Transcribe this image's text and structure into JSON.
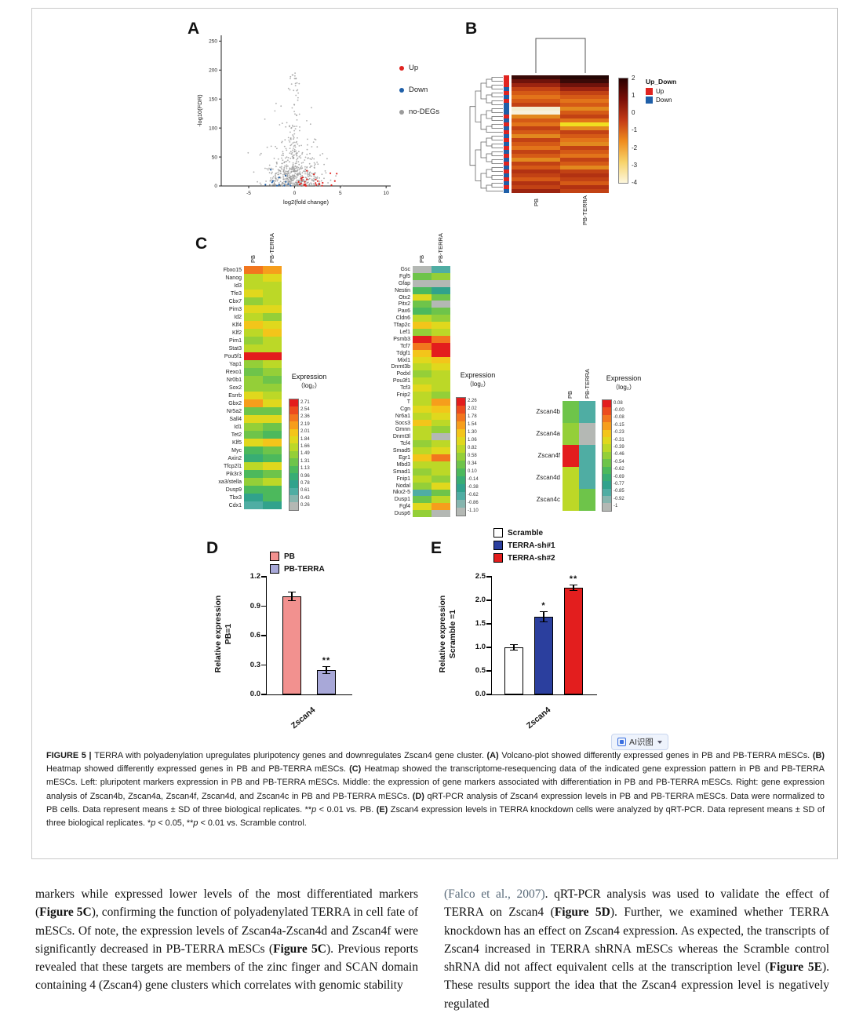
{
  "panelA": {
    "label": "A",
    "ylabel": "-log10(FDR)",
    "xlabel": "log2(fold change)",
    "yticks": [
      0,
      50,
      100,
      150,
      200,
      250
    ],
    "xticks": [
      -5,
      0,
      5,
      10
    ],
    "xrange": [
      -8,
      10.5
    ],
    "yrange": [
      0,
      260
    ],
    "legend": [
      {
        "label": "Up",
        "color": "#e02420"
      },
      {
        "label": "Down",
        "color": "#1f5fa8"
      },
      {
        "label": "no-DEGs",
        "color": "#9b9b9b"
      }
    ]
  },
  "panelB": {
    "label": "B",
    "legend_title": "Up_Down",
    "legend": [
      {
        "label": "Up",
        "color": "#e02420"
      },
      {
        "label": "Down",
        "color": "#1f5fa8"
      }
    ],
    "colorbar_ticks": [
      "2",
      "1",
      "0",
      "-1",
      "-2",
      "-3",
      "-4"
    ],
    "colorbar_colors": [
      "#2b0000",
      "#7a0f08",
      "#c43b17",
      "#ef8c1e",
      "#f7d36a",
      "#fdf6dc"
    ],
    "columns": [
      "PB",
      "PB-TERRA"
    ],
    "rows": [
      {
        "s": "#e02420",
        "c": [
          "#3a0a07",
          "#240504"
        ]
      },
      {
        "s": "#e02420",
        "c": [
          "#6f130b",
          "#3a0a07"
        ]
      },
      {
        "s": "#e02420",
        "c": [
          "#9c2410",
          "#6f130b"
        ]
      },
      {
        "s": "#1f5fa8",
        "c": [
          "#c24214",
          "#9c2410"
        ]
      },
      {
        "s": "#e02420",
        "c": [
          "#d55a16",
          "#c24214"
        ]
      },
      {
        "s": "#1f5fa8",
        "c": [
          "#e2741a",
          "#d55a16"
        ]
      },
      {
        "s": "#e02420",
        "c": [
          "#d55a16",
          "#e2741a"
        ]
      },
      {
        "s": "#1f5fa8",
        "c": [
          "#c24214",
          "#d55a16"
        ]
      },
      {
        "s": "#1f5fa8",
        "c": [
          "#f4eed0",
          "#e2891e"
        ]
      },
      {
        "s": "#1f5fa8",
        "c": [
          "#f7f2dd",
          "#d55a16"
        ]
      },
      {
        "s": "#e02420",
        "c": [
          "#e2891e",
          "#c24214"
        ]
      },
      {
        "s": "#1f5fa8",
        "c": [
          "#d55a16",
          "#e2741a"
        ]
      },
      {
        "s": "#e02420",
        "c": [
          "#e2741a",
          "#f0df20"
        ]
      },
      {
        "s": "#1f5fa8",
        "c": [
          "#c24214",
          "#e2891e"
        ]
      },
      {
        "s": "#e02420",
        "c": [
          "#d55a16",
          "#c24214"
        ]
      },
      {
        "s": "#1f5fa8",
        "c": [
          "#e2891e",
          "#d55a16"
        ]
      },
      {
        "s": "#e02420",
        "c": [
          "#c24214",
          "#e2741a"
        ]
      },
      {
        "s": "#1f5fa8",
        "c": [
          "#d55a16",
          "#e2891e"
        ]
      },
      {
        "s": "#e02420",
        "c": [
          "#e2741a",
          "#c24214"
        ]
      },
      {
        "s": "#1f5fa8",
        "c": [
          "#c24214",
          "#d55a16"
        ]
      },
      {
        "s": "#e02420",
        "c": [
          "#d55a16",
          "#e2741a"
        ]
      },
      {
        "s": "#1f5fa8",
        "c": [
          "#e2891e",
          "#c24214"
        ]
      },
      {
        "s": "#e02420",
        "c": [
          "#c24214",
          "#d55a16"
        ]
      },
      {
        "s": "#1f5fa8",
        "c": [
          "#d55a16",
          "#e2891e"
        ]
      },
      {
        "s": "#e02420",
        "c": [
          "#b23212",
          "#c24214"
        ]
      },
      {
        "s": "#1f5fa8",
        "c": [
          "#c24214",
          "#b23212"
        ]
      },
      {
        "s": "#e02420",
        "c": [
          "#d55a16",
          "#c24214"
        ]
      },
      {
        "s": "#1f5fa8",
        "c": [
          "#b23212",
          "#d55a16"
        ]
      },
      {
        "s": "#e02420",
        "c": [
          "#c24214",
          "#b23212"
        ]
      },
      {
        "s": "#1f5fa8",
        "c": [
          "#9c2410",
          "#c24214"
        ]
      }
    ]
  },
  "panelC": {
    "label": "C",
    "columns": [
      "PB",
      "PB-TERRA"
    ],
    "legend_title": "Expression",
    "legend_sub": "（log₂）",
    "scale_colors": [
      "#e31d1d",
      "#ec4c1e",
      "#f2761e",
      "#f69e1c",
      "#f3c51a",
      "#e0d81d",
      "#bcd827",
      "#94cf38",
      "#6ec44a",
      "#4cb95c",
      "#38ad74",
      "#31a28c",
      "#4fada3",
      "#86b5ae",
      "#b4b8b4"
    ],
    "left": {
      "genes": [
        "Fbxo15",
        "Nanog",
        "Id3",
        "Tfe3",
        "Cbx7",
        "Pim3",
        "Id2",
        "Klf4",
        "Klf2",
        "Pim1",
        "Stat3",
        "Pou5f1",
        "Yap1",
        "Rexo1",
        "Nr0b1",
        "Sox2",
        "Esrrb",
        "Gbx2",
        "Nr5a2",
        "Sall4",
        "Id1",
        "Tet2",
        "Klf5",
        "Myc",
        "Axin2",
        "Tfcp2l1",
        "Pik3r3",
        "xa3/stella",
        "Dusp9",
        "Tbx3",
        "Cdx1"
      ],
      "colors": [
        [
          "#f2761e",
          "#f69e1c"
        ],
        [
          "#bcd827",
          "#e0d81d"
        ],
        [
          "#bcd827",
          "#bcd827"
        ],
        [
          "#e0d81d",
          "#bcd827"
        ],
        [
          "#94cf38",
          "#bcd827"
        ],
        [
          "#e0d81d",
          "#e0d81d"
        ],
        [
          "#bcd827",
          "#94cf38"
        ],
        [
          "#f3c51a",
          "#e0d81d"
        ],
        [
          "#bcd827",
          "#f3c51a"
        ],
        [
          "#94cf38",
          "#bcd827"
        ],
        [
          "#bcd827",
          "#bcd827"
        ],
        [
          "#e31d1d",
          "#e31d1d"
        ],
        [
          "#94cf38",
          "#bcd827"
        ],
        [
          "#6ec44a",
          "#94cf38"
        ],
        [
          "#94cf38",
          "#6ec44a"
        ],
        [
          "#94cf38",
          "#94cf38"
        ],
        [
          "#e0d81d",
          "#bcd827"
        ],
        [
          "#f69e1c",
          "#e0d81d"
        ],
        [
          "#6ec44a",
          "#6ec44a"
        ],
        [
          "#e0d81d",
          "#e0d81d"
        ],
        [
          "#94cf38",
          "#6ec44a"
        ],
        [
          "#6ec44a",
          "#4cb95c"
        ],
        [
          "#e0d81d",
          "#f3c51a"
        ],
        [
          "#4cb95c",
          "#6ec44a"
        ],
        [
          "#38ad74",
          "#4cb95c"
        ],
        [
          "#bcd827",
          "#e0d81d"
        ],
        [
          "#4cb95c",
          "#6ec44a"
        ],
        [
          "#94cf38",
          "#bcd827"
        ],
        [
          "#4cb95c",
          "#4cb95c"
        ],
        [
          "#31a28c",
          "#4cb95c"
        ],
        [
          "#4fada3",
          "#31a28c"
        ]
      ],
      "scale_values": [
        "2.71",
        "2.54",
        "2.36",
        "2.19",
        "2.01",
        "1.84",
        "1.66",
        "1.49",
        "1.31",
        "1.13",
        "0.96",
        "0.78",
        "0.61",
        "0.43",
        "0.26"
      ]
    },
    "middle": {
      "genes": [
        "Gsc",
        "Fgf5",
        "Gfap",
        "Nestin",
        "Otx2",
        "Pitx2",
        "Pax6",
        "Cldn6",
        "Tfap2c",
        "Lef1",
        "Psmb3",
        "Tcf7",
        "Tdgf1",
        "Mixl1",
        "Dnmt3b",
        "Podxl",
        "Pou3f1",
        "Tcf3",
        "Fnip2",
        "T",
        "Cgn",
        "Nr6a1",
        "Socs3",
        "Gmnn",
        "Dnmt3l",
        "Tcf4",
        "Smad5",
        "Egr1",
        "Mbd3",
        "Smad1",
        "Fnip1",
        "Nodal",
        "Nkx2-5",
        "Dusp1",
        "Fgf4",
        "Dusp6"
      ],
      "colors": [
        [
          "#b4b8b4",
          "#4fada3"
        ],
        [
          "#6ec44a",
          "#94cf38"
        ],
        [
          "#b4b8b4",
          "#b4b8b4"
        ],
        [
          "#4cb95c",
          "#31a28c"
        ],
        [
          "#e0d81d",
          "#6ec44a"
        ],
        [
          "#6ec44a",
          "#b4b8b4"
        ],
        [
          "#4cb95c",
          "#6ec44a"
        ],
        [
          "#bcd827",
          "#94cf38"
        ],
        [
          "#f3c51a",
          "#e0d81d"
        ],
        [
          "#94cf38",
          "#bcd827"
        ],
        [
          "#e31d1d",
          "#f2761e"
        ],
        [
          "#f2761e",
          "#e31d1d"
        ],
        [
          "#f3c51a",
          "#e31d1d"
        ],
        [
          "#e0d81d",
          "#f3c51a"
        ],
        [
          "#bcd827",
          "#e0d81d"
        ],
        [
          "#94cf38",
          "#bcd827"
        ],
        [
          "#bcd827",
          "#bcd827"
        ],
        [
          "#e0d81d",
          "#bcd827"
        ],
        [
          "#bcd827",
          "#94cf38"
        ],
        [
          "#bcd827",
          "#f69e1c"
        ],
        [
          "#e0d81d",
          "#f3c51a"
        ],
        [
          "#bcd827",
          "#e0d81d"
        ],
        [
          "#f3c51a",
          "#bcd827"
        ],
        [
          "#bcd827",
          "#94cf38"
        ],
        [
          "#bcd827",
          "#b4b8b4"
        ],
        [
          "#94cf38",
          "#bcd827"
        ],
        [
          "#bcd827",
          "#e0d81d"
        ],
        [
          "#f3c51a",
          "#f2761e"
        ],
        [
          "#bcd827",
          "#bcd827"
        ],
        [
          "#94cf38",
          "#bcd827"
        ],
        [
          "#bcd827",
          "#94cf38"
        ],
        [
          "#94cf38",
          "#e0d81d"
        ],
        [
          "#4fada3",
          "#6ec44a"
        ],
        [
          "#6ec44a",
          "#bcd827"
        ],
        [
          "#e0d81d",
          "#f69e1c"
        ],
        [
          "#94cf38",
          "#b4b8b4"
        ]
      ],
      "scale_values": [
        "2.26",
        "2.02",
        "1.78",
        "1.54",
        "1.30",
        "1.06",
        "0.82",
        "0.58",
        "0.34",
        "0.10",
        "-0.14",
        "-0.38",
        "-0.62",
        "-0.86",
        "-1.10"
      ]
    },
    "right": {
      "genes": [
        "Zscan4b",
        "Zscan4a",
        "Zscan4f",
        "Zscan4d",
        "Zscan4c"
      ],
      "colors": [
        [
          "#6ec44a",
          "#4fada3"
        ],
        [
          "#94cf38",
          "#b4b8b4"
        ],
        [
          "#e31d1d",
          "#4fada3"
        ],
        [
          "#bcd827",
          "#4fada3"
        ],
        [
          "#bcd827",
          "#6ec44a"
        ]
      ],
      "scale_values": [
        "0.08",
        "-0.00",
        "-0.08",
        "-0.15",
        "-0.23",
        "-0.31",
        "-0.39",
        "-0.46",
        "-0.54",
        "-0.62",
        "-0.69",
        "-0.77",
        "-0.85",
        "-0.92",
        "-1"
      ]
    }
  },
  "panelD": {
    "label": "D",
    "legend": [
      {
        "label": "PB",
        "color": "#f2918f"
      },
      {
        "label": "PB-TERRA",
        "color": "#a8a8d8"
      }
    ],
    "ylabel1": "Relative expression",
    "ylabel2": "PB=1",
    "yticks": [
      "0.0",
      "0.3",
      "0.6",
      "0.9",
      "1.2"
    ],
    "ymax": 1.2,
    "xtick": "Zscan4",
    "bars": [
      {
        "name": "PB",
        "value": 1.0,
        "err": 0.05,
        "color": "#f2918f",
        "sig": ""
      },
      {
        "name": "PB-TERRA",
        "value": 0.25,
        "err": 0.04,
        "color": "#a8a8d8",
        "sig": "**"
      }
    ]
  },
  "panelE": {
    "label": "E",
    "legend": [
      {
        "label": "Scramble",
        "color": "#ffffff"
      },
      {
        "label": "TERRA-sh#1",
        "color": "#2b3f9e"
      },
      {
        "label": "TERRA-sh#2",
        "color": "#e31e1e"
      }
    ],
    "ylabel1": "Relative expression",
    "ylabel2": "Scramble =1",
    "yticks": [
      "0.0",
      "0.5",
      "1.0",
      "1.5",
      "2.0",
      "2.5"
    ],
    "ymax": 2.5,
    "xtick": "Zscan4",
    "bars": [
      {
        "name": "Scramble",
        "value": 1.0,
        "err": 0.07,
        "color": "#ffffff",
        "sig": ""
      },
      {
        "name": "TERRA-sh#1",
        "value": 1.65,
        "err": 0.12,
        "color": "#2b3f9e",
        "sig": "*"
      },
      {
        "name": "TERRA-sh#2",
        "value": 2.27,
        "err": 0.07,
        "color": "#e31e1e",
        "sig": "**"
      }
    ]
  },
  "ai_badge": {
    "label": "AI识图"
  },
  "caption": {
    "segments": [
      {
        "t": "FIGURE 5 | ",
        "b": true
      },
      {
        "t": "TERRA with polyadenylation upregulates pluripotency genes and downregulates Zscan4 gene cluster. "
      },
      {
        "t": "(A)",
        "b": true
      },
      {
        "t": " Volcano-plot showed differently expressed genes in PB and PB-TERRA mESCs. "
      },
      {
        "t": "(B)",
        "b": true
      },
      {
        "t": " Heatmap showed differently expressed genes in PB and PB-TERRA mESCs. "
      },
      {
        "t": "(C)",
        "b": true
      },
      {
        "t": " Heatmap showed the transcriptome-resequencing data of the indicated gene expression pattern in PB and PB-TERRA mESCs. Left: pluripotent markers expression in PB and PB-TERRA mESCs. Middle: the expression of gene markers associated with differentiation in PB and PB-TERRA mESCs. Right: gene expression analysis of Zscan4b, Zscan4a, Zscan4f, Zscan4d, and Zscan4c in PB and PB-TERRA mESCs. "
      },
      {
        "t": "(D)",
        "b": true
      },
      {
        "t": " qRT-PCR analysis of Zscan4 expression levels in PB and PB-TERRA mESCs. Data were normalized to PB cells. Data represent means ± SD of three biological replicates. **"
      },
      {
        "t": "p",
        "i": true
      },
      {
        "t": " < 0.01 vs. PB. "
      },
      {
        "t": "(E)",
        "b": true
      },
      {
        "t": " Zscan4 expression levels in TERRA knockdown cells were analyzed by qRT-PCR. Data represent means ± SD of three biological replicates. *"
      },
      {
        "t": "p",
        "i": true
      },
      {
        "t": " < 0.05, **"
      },
      {
        "t": "p",
        "i": true
      },
      {
        "t": " < 0.01 vs. Scramble control."
      }
    ]
  },
  "body": {
    "left_segments": [
      {
        "t": "markers while expressed lower levels of the most differentiated markers ("
      },
      {
        "t": "Figure 5C",
        "b": true
      },
      {
        "t": "), confirming the function of polyadenylated TERRA in cell fate of mESCs. Of note, the expression levels of Zscan4a-Zscan4d and Zscan4f were significantly decreased in PB-TERRA mESCs ("
      },
      {
        "t": "Figure 5C",
        "b": true
      },
      {
        "t": "). Previous reports revealed that these targets are members of the zinc finger and SCAN domain containing 4 (Zscan4) gene clusters which correlates with genomic stability"
      }
    ],
    "right_segments": [
      {
        "t": "(Falco et al., 2007)",
        "c": "#5a6b7a"
      },
      {
        "t": ". qRT-PCR analysis was used to validate the effect of TERRA on Zscan4 ("
      },
      {
        "t": "Figure 5D",
        "b": true
      },
      {
        "t": "). Further, we examined whether TERRA knockdown has an effect on Zscan4 expression. As expected, the transcripts of Zscan4 increased in TERRA shRNA mESCs whereas the Scramble control shRNA did not affect equivalent cells at the transcription level ("
      },
      {
        "t": "Figure 5E",
        "b": true
      },
      {
        "t": "). These results support the idea that the Zscan4 expression level is negatively regulated"
      }
    ]
  }
}
